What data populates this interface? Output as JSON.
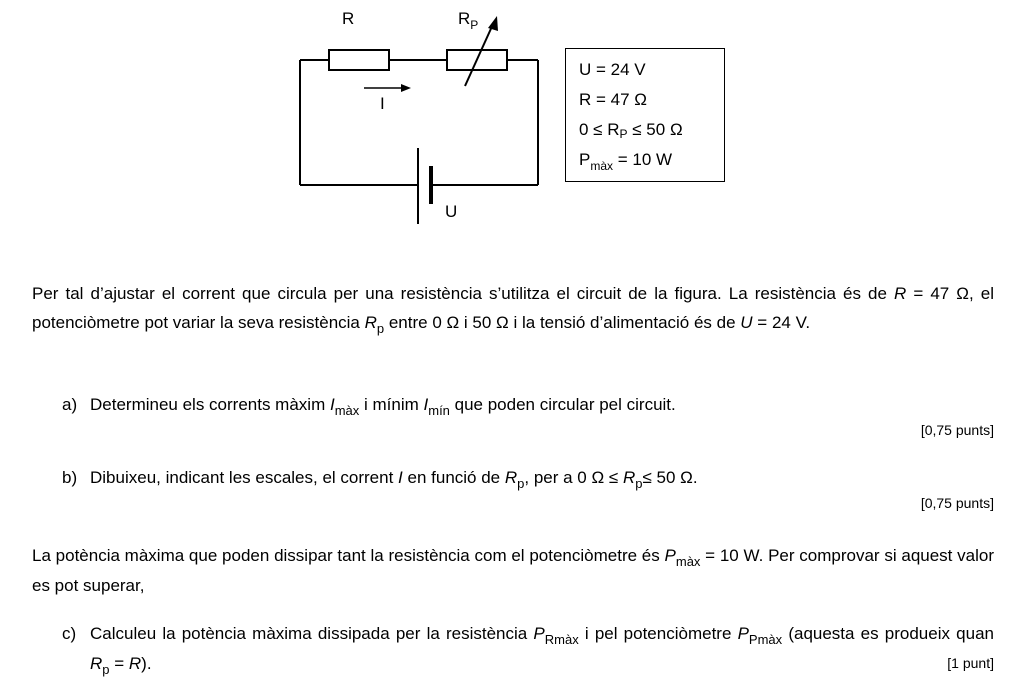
{
  "figure": {
    "label_r": "R",
    "label_rp": "R",
    "label_rp_sub": "P",
    "label_i": "I",
    "label_u": "U",
    "box": {
      "line1": "U = 24 V",
      "line2": "R = 47 Ω",
      "line3_pre": "0 ≤ R",
      "line3_sub": "P",
      "line3_post": " ≤ 50 Ω",
      "line4_pre": "P",
      "line4_sub": "màx",
      "line4_post": " = 10 W"
    }
  },
  "intro": {
    "t1": "Per tal d’ajustar el corrent que circula per una resistència s’utilitza el circuit de la figura. La resistència és de ",
    "r_sym": "R",
    "t2": " = 47 Ω, el potenciòmetre pot variar la seva resistència ",
    "rp_sym": "R",
    "rp_sub": "p",
    "t3": " entre 0 Ω i 50 Ω i la tensió d’alimentació és de ",
    "u_sym": "U",
    "t4": " = 24 V."
  },
  "question_a": {
    "letter": "a)",
    "t1": "Determineu els corrents màxim ",
    "i1": "I",
    "i1_sub": "màx",
    "t2": " i mínim ",
    "i2": "I",
    "i2_sub": "mín",
    "t3": " que poden circular pel circuit.",
    "points": "[0,75 punts]"
  },
  "question_b": {
    "letter": "b)",
    "t1": "Dibuixeu, indicant les escales, el corrent ",
    "i": "I",
    "t2": " en funció de ",
    "rp": "R",
    "rp_sub": "p",
    "t3": ", per a 0 Ω ≤ ",
    "rp2": "R",
    "rp2_sub": "p",
    "t4": "≤ 50 Ω.",
    "points": "[0,75 punts]"
  },
  "power_intro": {
    "t1": "La potència màxima que poden dissipar tant la resistència com el potenciòmetre és ",
    "p": "P",
    "p_sub": "màx",
    "t2": " = 10 W. Per comprovar si aquest valor es pot superar,"
  },
  "question_c": {
    "letter": "c)",
    "t1": "Calculeu la potència màxima dissipada per la resistència ",
    "p1": "P",
    "p1_sub": "Rmàx",
    "t2": " i pel potenciòmetre ",
    "p2": "P",
    "p2_sub": "Pmàx",
    "t3": " (aquesta es produeix quan ",
    "rp": "R",
    "rp_sub": "p",
    "t4": " = ",
    "r": "R",
    "t5": ").",
    "points": "[1 punt]"
  }
}
